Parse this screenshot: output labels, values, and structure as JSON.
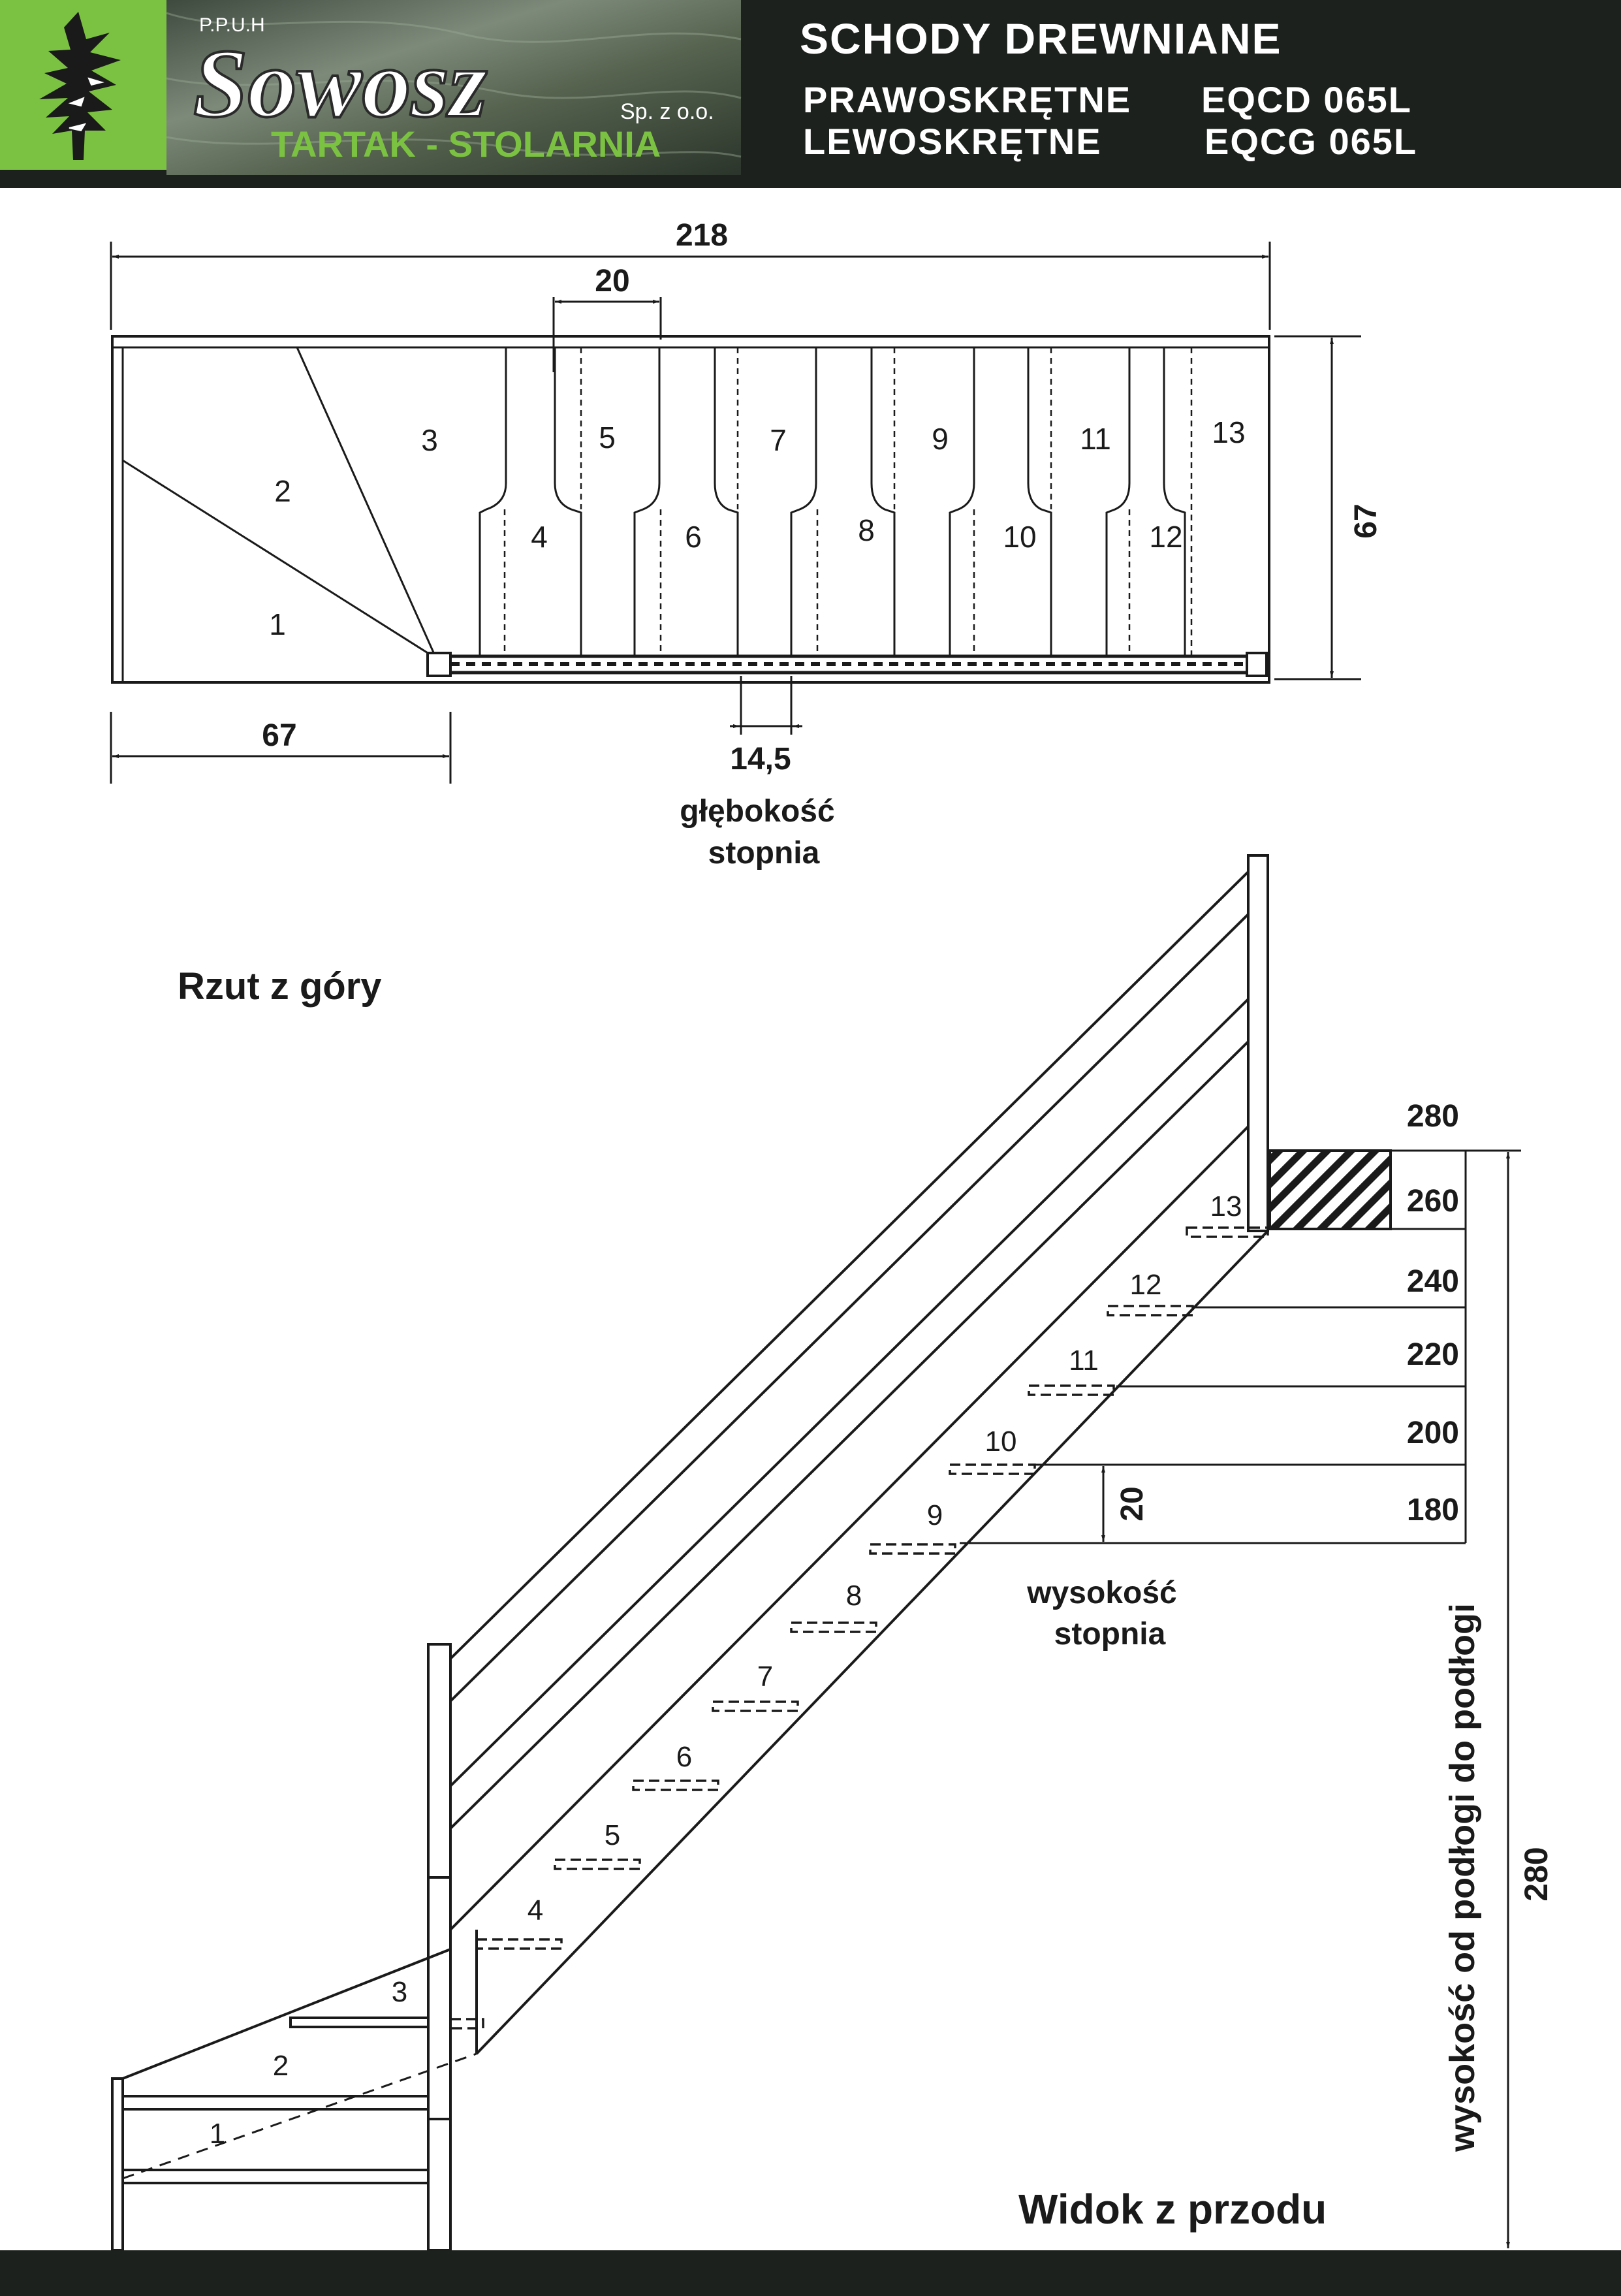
{
  "header": {
    "company_prefix": "P.P.U.H",
    "company_name": "Sowosz",
    "company_suffix": "Sp. z o.o.",
    "tagline": "TARTAK - STOLARNIA",
    "title": "SCHODY DREWNIANE",
    "variant_right_label": "PRAWOSKRĘTNE",
    "variant_right_code": "EQCD 065L",
    "variant_left_label": "LEWOSKRĘTNE",
    "variant_left_code": "EQCG 065L",
    "colors": {
      "header_bg": "#1c211d",
      "accent_green": "#7cc242",
      "text_white": "#ffffff"
    }
  },
  "top_view": {
    "caption": "Rzut z góry",
    "total_length": "218",
    "step_width_dim": "20",
    "depth_dim": "67",
    "landing_dim": "67",
    "tread_depth_value": "14,5",
    "tread_depth_label_line1": "głębokość",
    "tread_depth_label_line2": "stopnia",
    "step_numbers": [
      "1",
      "2",
      "3",
      "4",
      "5",
      "6",
      "7",
      "8",
      "9",
      "10",
      "11",
      "12",
      "13"
    ]
  },
  "front_view": {
    "caption": "Widok z przodu",
    "step_numbers": [
      "1",
      "2",
      "3",
      "4",
      "5",
      "6",
      "7",
      "8",
      "9",
      "10",
      "11",
      "12",
      "13"
    ],
    "rise_dim": "20",
    "rise_label_line1": "wysokość",
    "rise_label_line2": "stopnia",
    "height_levels": [
      "280",
      "260",
      "240",
      "220",
      "200",
      "180"
    ],
    "floor_to_floor_value": "280",
    "floor_to_floor_label": "wysokość od podłogi do podłogi"
  }
}
